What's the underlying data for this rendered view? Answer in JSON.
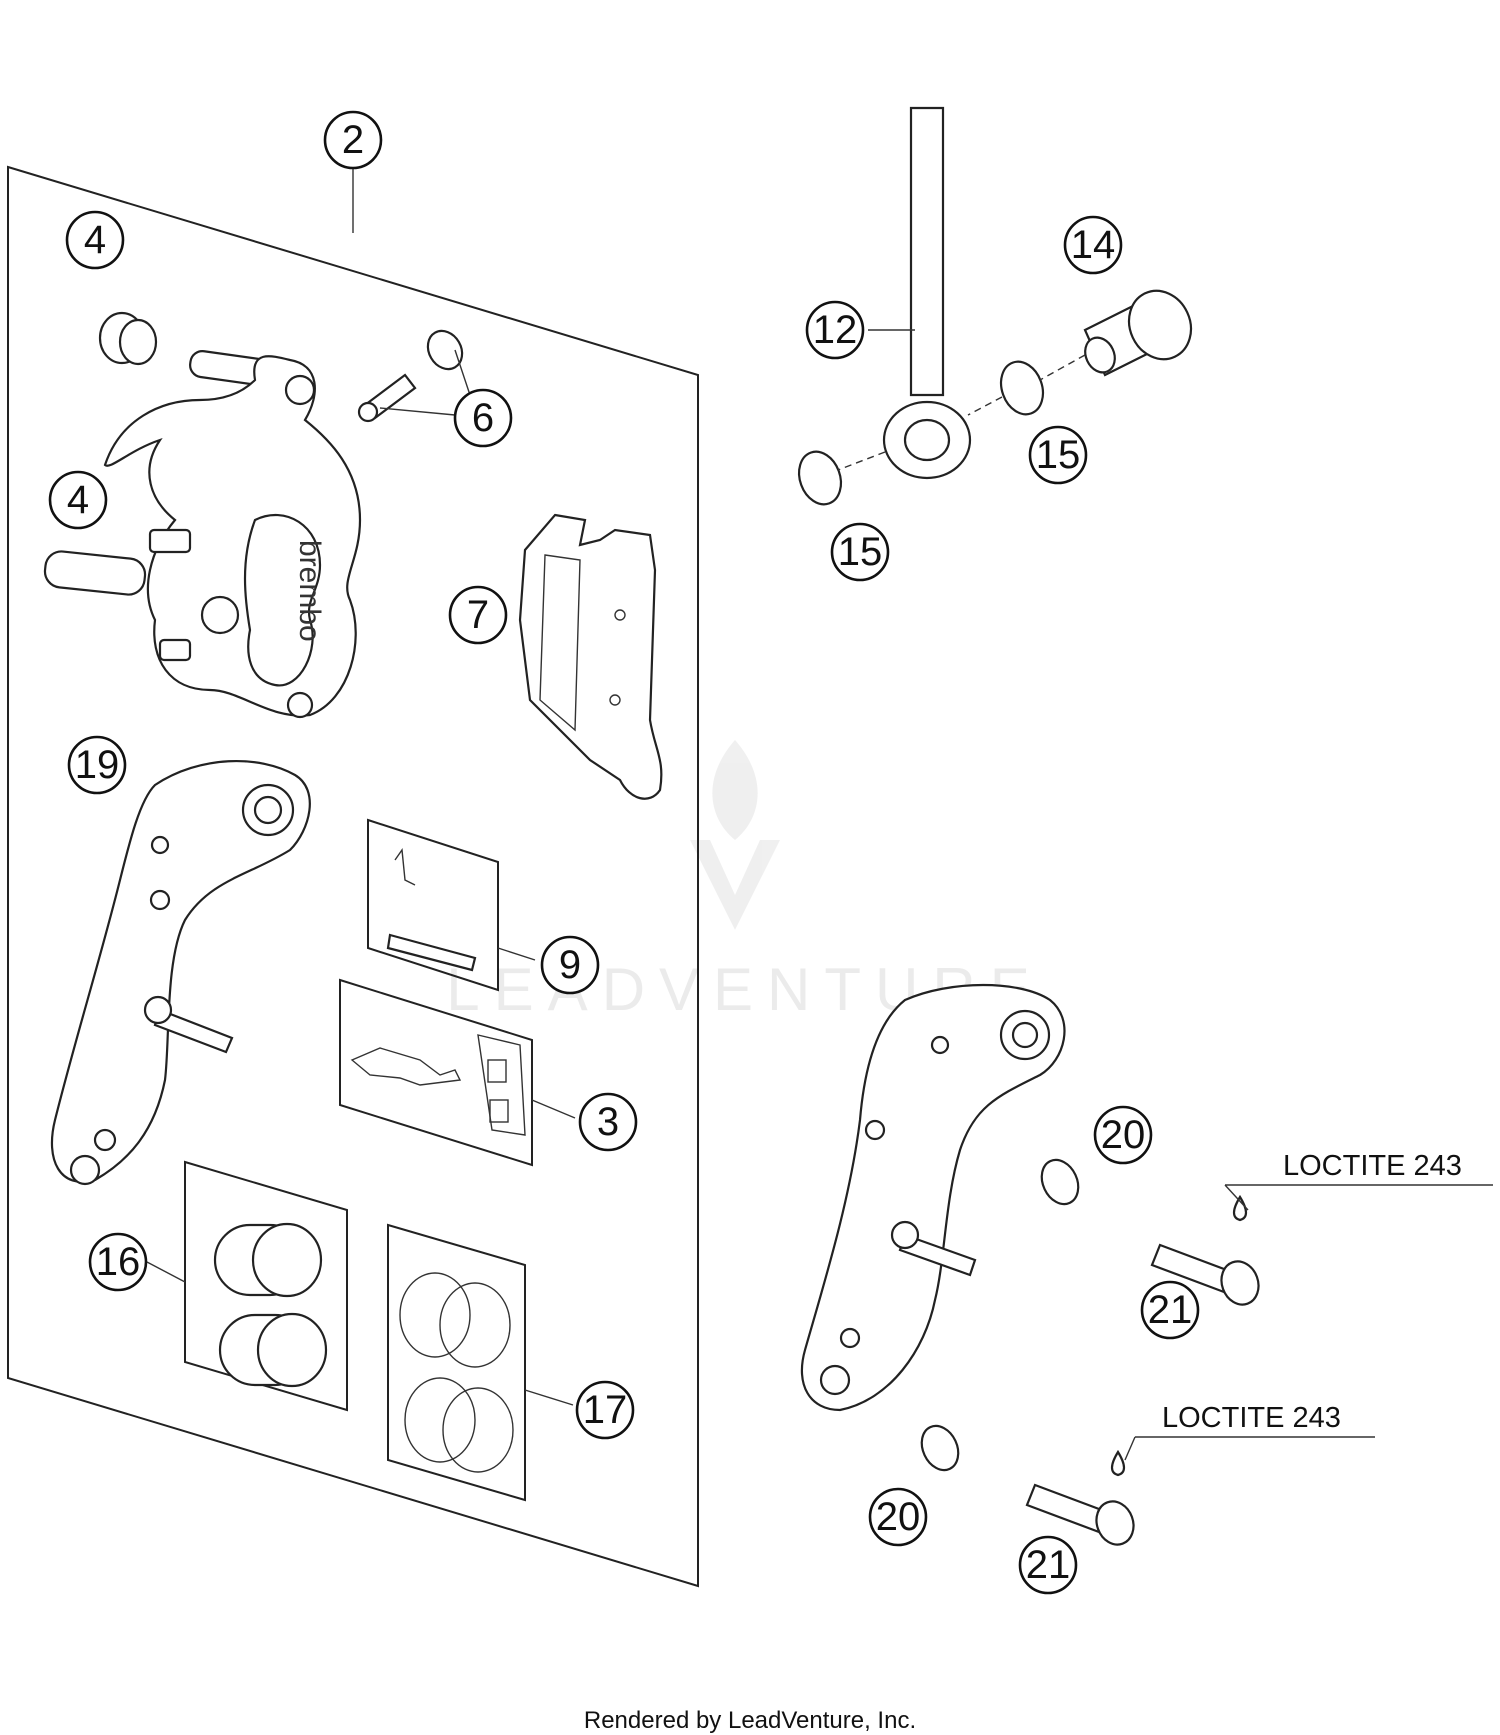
{
  "diagram": {
    "callouts": [
      {
        "id": "c2",
        "label": "2"
      },
      {
        "id": "c4a",
        "label": "4"
      },
      {
        "id": "c4b",
        "label": "4"
      },
      {
        "id": "c6",
        "label": "6"
      },
      {
        "id": "c7",
        "label": "7"
      },
      {
        "id": "c19",
        "label": "19"
      },
      {
        "id": "c9",
        "label": "9"
      },
      {
        "id": "c3",
        "label": "3"
      },
      {
        "id": "c16",
        "label": "16"
      },
      {
        "id": "c17",
        "label": "17"
      },
      {
        "id": "c12",
        "label": "12"
      },
      {
        "id": "c14",
        "label": "14"
      },
      {
        "id": "c15a",
        "label": "15"
      },
      {
        "id": "c15b",
        "label": "15"
      },
      {
        "id": "c20a",
        "label": "20"
      },
      {
        "id": "c21a",
        "label": "21"
      },
      {
        "id": "c20b",
        "label": "20"
      },
      {
        "id": "c21b",
        "label": "21"
      }
    ],
    "notes": [
      {
        "id": "loctite-1",
        "text": "LOCTITE 243"
      },
      {
        "id": "loctite-2",
        "text": "LOCTITE 243"
      }
    ],
    "caliper_logo": "brembo",
    "watermark": "LEADVENTURE",
    "footer": "Rendered by LeadVenture, Inc."
  }
}
